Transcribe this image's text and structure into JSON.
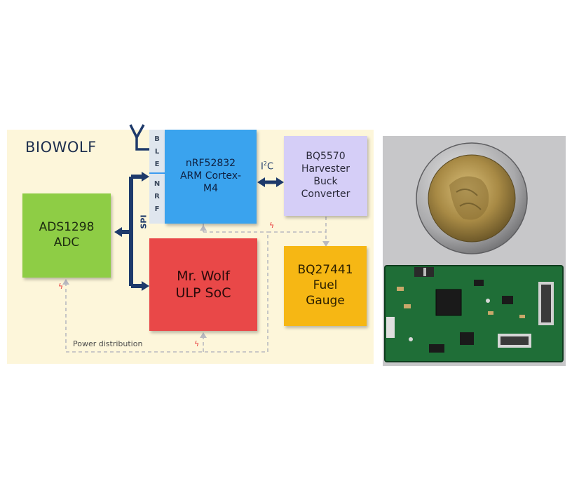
{
  "title": "BIOWOLF",
  "ble_letters": [
    "B",
    "L",
    "E"
  ],
  "nrf_letters": [
    "N",
    "R",
    "F"
  ],
  "blocks": {
    "mcu": {
      "lines": [
        "nRF52832",
        "ARM Cortex-",
        "M4"
      ],
      "color": "#3aa3ee"
    },
    "harvester": {
      "lines": [
        "BQ5570",
        "Harvester",
        "Buck",
        "Converter"
      ],
      "color": "#d5cef7"
    },
    "adc": {
      "lines": [
        "ADS1298",
        "ADC"
      ],
      "color": "#8ecd45"
    },
    "soc": {
      "lines": [
        "Mr. Wolf",
        "ULP SoC"
      ],
      "color": "#e94848"
    },
    "gauge": {
      "lines": [
        "BQ27441",
        "Fuel",
        "Gauge"
      ],
      "color": "#f6b714"
    }
  },
  "labels": {
    "spi": "SPI",
    "i2c_prefix": "I",
    "i2c_sup": "2",
    "i2c_suffix": "C",
    "power": "Power distribution"
  },
  "colors": {
    "bus": "#1e3a6b",
    "power_line": "#b9b9c0",
    "panel": "#fdf6da"
  }
}
